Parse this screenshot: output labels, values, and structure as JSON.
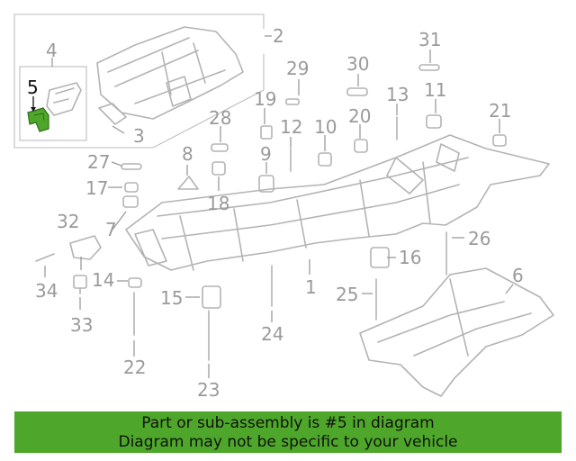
{
  "diagram": {
    "highlighted_part": "5",
    "callouts": [
      "1",
      "2",
      "3",
      "4",
      "5",
      "6",
      "7",
      "8",
      "9",
      "10",
      "11",
      "12",
      "13",
      "14",
      "15",
      "16",
      "17",
      "18",
      "19",
      "20",
      "21",
      "22",
      "23",
      "24",
      "25",
      "26",
      "27",
      "28",
      "29",
      "30",
      "31",
      "32",
      "33",
      "34"
    ],
    "colors": {
      "highlight": "#4ea72a",
      "line": "#b3b3b3",
      "label": "#9a9a9a"
    }
  },
  "banner": {
    "line1": "Part or sub-assembly is #5 in diagram",
    "line2": "Diagram may not be specific to your vehicle"
  }
}
